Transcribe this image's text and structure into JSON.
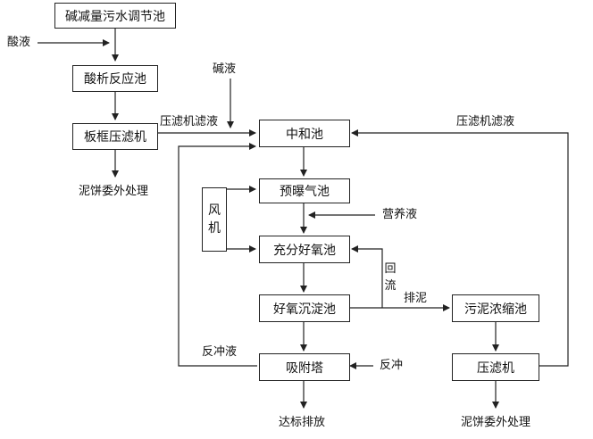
{
  "boxes": {
    "alkali_pool": "碱减量污水调节池",
    "acid_reaction": "酸析反应池",
    "filter_press_plate": "板框压滤机",
    "neutral_pool": "中和池",
    "pre_aeration": "预曝气池",
    "aerobic_pool": "充分好氧池",
    "settling_pool": "好氧沉淀池",
    "adsorption_tower": "吸附塔",
    "sludge_thickener": "污泥浓缩池",
    "filter_press": "压滤机",
    "fan_char1": "风",
    "fan_char2": "机"
  },
  "labels": {
    "acid": "酸液",
    "alkali": "碱液",
    "filtrate_left": "压滤机滤液",
    "filtrate_right": "压滤机滤液",
    "cake_left": "泥饼委外处理",
    "cake_right": "泥饼委外处理",
    "nutrient": "营养液",
    "return_char1": "回",
    "return_char2": "流",
    "sludge_discharge": "排泥",
    "backwash_liquid": "反冲液",
    "backwash": "反冲",
    "discharge": "达标排放"
  }
}
